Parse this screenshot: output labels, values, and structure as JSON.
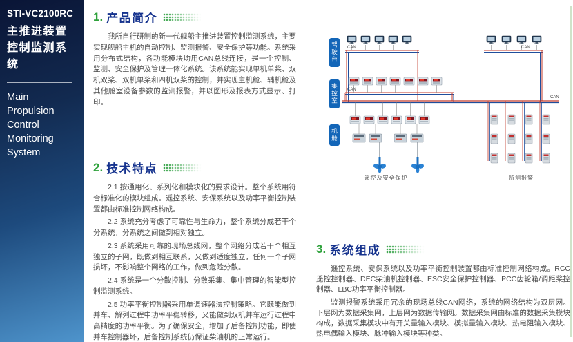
{
  "sidebar": {
    "model": "STI-VC2100RC",
    "title_cn": [
      "主推进装置",
      "控制监测系统"
    ],
    "title_en": [
      "Main",
      "Propulsion",
      "Control",
      "Monitoring",
      "System"
    ]
  },
  "sections": {
    "intro": {
      "number": "1.",
      "title": "产品简介",
      "paragraphs": [
        "我所自行研制的新一代舰船主推进装置控制监测系统，主要实现舰船主机的自动控制、监测报警、安全保护等功能。系统采用分布式结构，各功能模块均用CAN总线连接，是一个控制、监测、安全保护及管理一体化系统。该系统能实现单机单桨、双机双桨、双机单桨和四机双桨的控制，并实现主机舱、辅机舱及其他舱室设备参数的监测报警，并以图形及报表方式显示、打印。"
      ]
    },
    "features": {
      "number": "2.",
      "title": "技术特点",
      "paragraphs": [
        "2.1 按通用化、系列化和模块化的要求设计。整个系统用符合标准化的模块组成。遥控系统、安保系统以及功率平衡控制装置都由标准控制网络构成。",
        "2.2 系统充分考虑了可靠性与生命力，整个系统分成若干个分系统，分系统之间做到相对独立。",
        "2.3 系统采用可靠的现场总线网，整个网络分成若干个相互独立的子网，既做到相互联系，又做到适度独立，任何一个子网损坏，不影响整个网络的工作，做到危险分散。",
        "2.4 系统是一个分散控制、分散采集、集中管理的智能型控制监测系统。",
        "2.5 功率平衡控制器采用单调速器法控制策略。它既能做到并车、解列过程中功率平稳转移，又能做到双机并车运行过程中高精度的功率平衡。为了确保安全，增加了后备控制功能，即使并车控制器坏，后备控制系统仍保证柴油机的正常运行。"
      ]
    },
    "composition": {
      "number": "3.",
      "title": "系统组成",
      "paragraphs": [
        "遥控系统、安保系统以及功率平衡控制装置都由标准控制网络构成。RCC遥控控制器、DEC柴油机控制器、ESC安全保护控制器、PCC齿轮箱/调距桨控制器、LBC功率平衡控制器。",
        "监测报警系统采用冗余的现场总线CAN网络，系统的网络结构为双层网。下层网为数据采集网，上层网为数据传输网。数据采集网由标准的数据采集模块构成，数据采集模块中有开关量输入模块、模拟量输入模块、热电阻输入模块、热电偶输入模块、脉冲输入模块等种类。"
      ]
    }
  },
  "diagram": {
    "zones": [
      "驾驶台",
      "集控室",
      "机舱"
    ],
    "bus_label": "CAN",
    "caption_left": "遥控及安全保护",
    "caption_right": "监测报警",
    "colors": {
      "bus_red": "#c0392b",
      "bus_blue": "#1f4e9c",
      "zone_blue": "#1366b8",
      "propeller_blue": "#1a6fc0"
    }
  }
}
